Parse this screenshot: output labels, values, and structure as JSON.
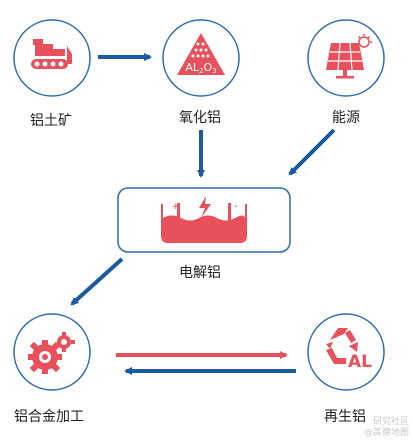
{
  "nodes": {
    "bauxite": {
      "label": "铝土矿"
    },
    "alumina": {
      "label": "氧化铝",
      "formula": "AL",
      "formula_sub": "2",
      "formula_end": "O",
      "formula_sub2": "3"
    },
    "energy": {
      "label": "能源"
    },
    "electrolysis": {
      "label": "电解铝",
      "plus": "+",
      "minus": "-"
    },
    "alloy": {
      "label": "铝合金加工"
    },
    "recycled": {
      "label": "再生铝",
      "symbol": "AL"
    }
  },
  "watermark": {
    "line1": "研究社区",
    "line2": "@高德地图"
  },
  "colors": {
    "accent_red": "#e8505b",
    "arrow_blue": "#1a5a9e",
    "circle_stroke": "#2b6cb0"
  }
}
